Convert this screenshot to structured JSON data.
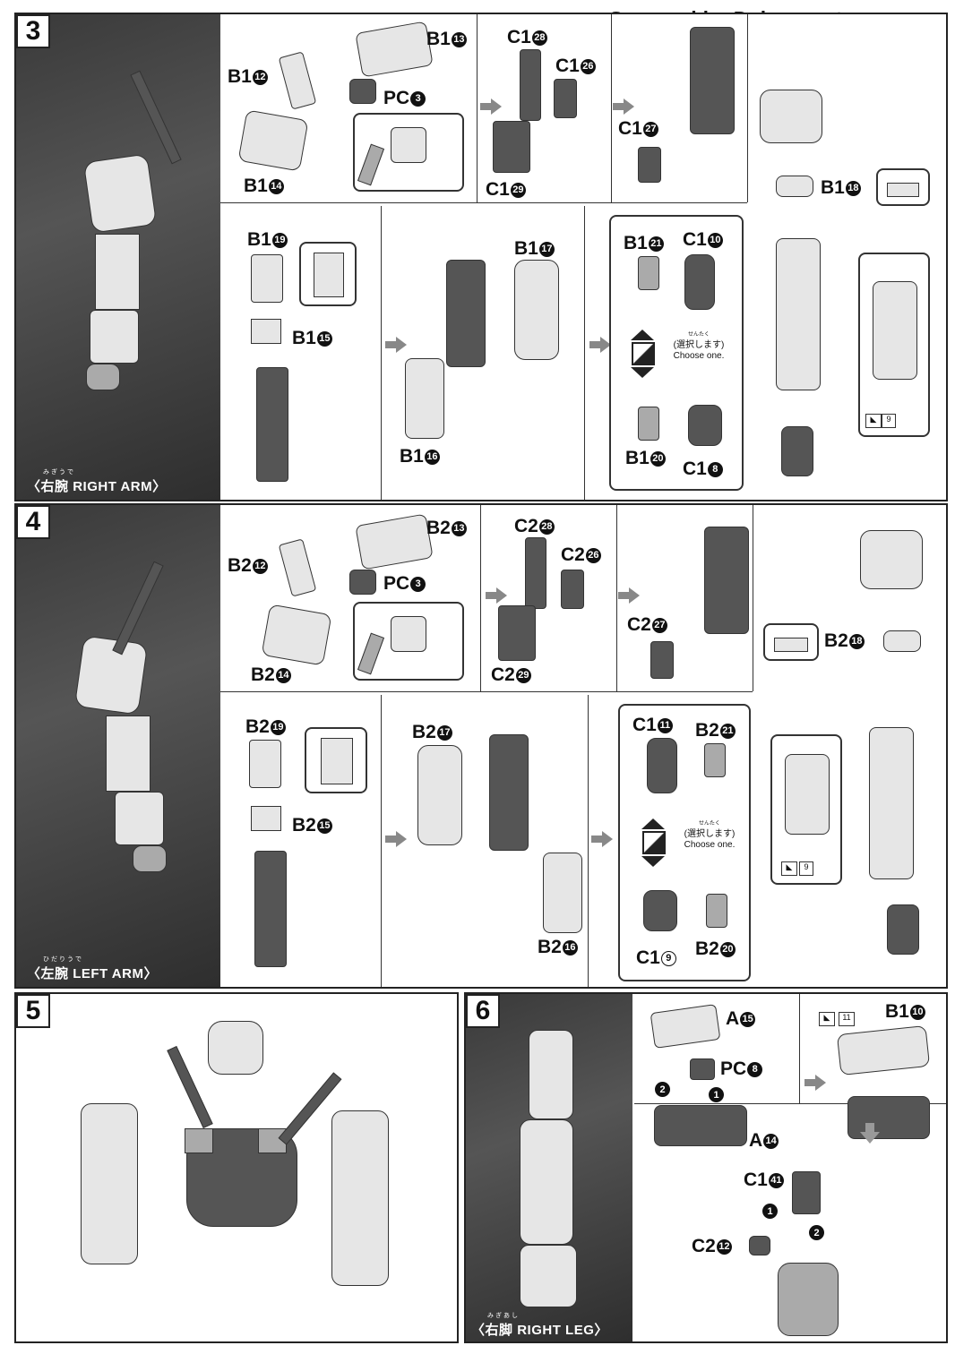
{
  "header": {
    "scan_credit": "Scanned by Dalong.net"
  },
  "steps": [
    {
      "number": "3",
      "caption_ja": "右腕",
      "caption_ruby": "みぎうで",
      "caption_en": "RIGHT ARM"
    },
    {
      "number": "4",
      "caption_ja": "左腕",
      "caption_ruby": "ひだりうで",
      "caption_en": "LEFT ARM"
    },
    {
      "number": "5"
    },
    {
      "number": "6",
      "caption_ja": "右脚",
      "caption_ruby": "みぎあし",
      "caption_en": "RIGHT LEG"
    }
  ],
  "step3": {
    "top_labels": [
      {
        "runner": "B1",
        "num": "13"
      },
      {
        "runner": "B1",
        "num": "12"
      },
      {
        "runner": "PC",
        "num": "3"
      },
      {
        "runner": "B1",
        "num": "14"
      },
      {
        "runner": "C1",
        "num": "28"
      },
      {
        "runner": "C1",
        "num": "26"
      },
      {
        "runner": "C1",
        "num": "29"
      },
      {
        "runner": "C1",
        "num": "27"
      },
      {
        "runner": "B1",
        "num": "18"
      }
    ],
    "bottom_labels": [
      {
        "runner": "B1",
        "num": "19"
      },
      {
        "runner": "B1",
        "num": "15"
      },
      {
        "runner": "B1",
        "num": "16"
      },
      {
        "runner": "B1",
        "num": "17"
      },
      {
        "runner": "B1",
        "num": "21"
      },
      {
        "runner": "C1",
        "num": "10"
      },
      {
        "runner": "B1",
        "num": "20"
      },
      {
        "runner": "C1",
        "num": "8"
      }
    ],
    "choose_ruby": "せんたく",
    "choose_ja": "(選択します)",
    "choose_en": "Choose one.",
    "sticker": "9"
  },
  "step4": {
    "top_labels": [
      {
        "runner": "B2",
        "num": "13"
      },
      {
        "runner": "B2",
        "num": "12"
      },
      {
        "runner": "PC",
        "num": "3"
      },
      {
        "runner": "B2",
        "num": "14"
      },
      {
        "runner": "C2",
        "num": "28"
      },
      {
        "runner": "C2",
        "num": "26"
      },
      {
        "runner": "C2",
        "num": "29"
      },
      {
        "runner": "C2",
        "num": "27"
      },
      {
        "runner": "B2",
        "num": "18"
      }
    ],
    "bottom_labels": [
      {
        "runner": "B2",
        "num": "19"
      },
      {
        "runner": "B2",
        "num": "15"
      },
      {
        "runner": "B2",
        "num": "17"
      },
      {
        "runner": "B2",
        "num": "16"
      },
      {
        "runner": "C1",
        "num": "11"
      },
      {
        "runner": "B2",
        "num": "21"
      },
      {
        "runner": "C1",
        "num": "9"
      },
      {
        "runner": "B2",
        "num": "20"
      }
    ],
    "choose_ruby": "せんたく",
    "choose_ja": "(選択します)",
    "choose_en": "Choose one.",
    "sticker": "9"
  },
  "step6": {
    "labels": [
      {
        "runner": "A",
        "num": "15"
      },
      {
        "runner": "PC",
        "num": "8"
      },
      {
        "runner": "A",
        "num": "14"
      },
      {
        "runner": "B1",
        "num": "10"
      },
      {
        "runner": "C1",
        "num": "41"
      },
      {
        "runner": "C2",
        "num": "12"
      }
    ],
    "order": [
      "2",
      "1",
      "1",
      "2"
    ],
    "sticker": "11"
  }
}
